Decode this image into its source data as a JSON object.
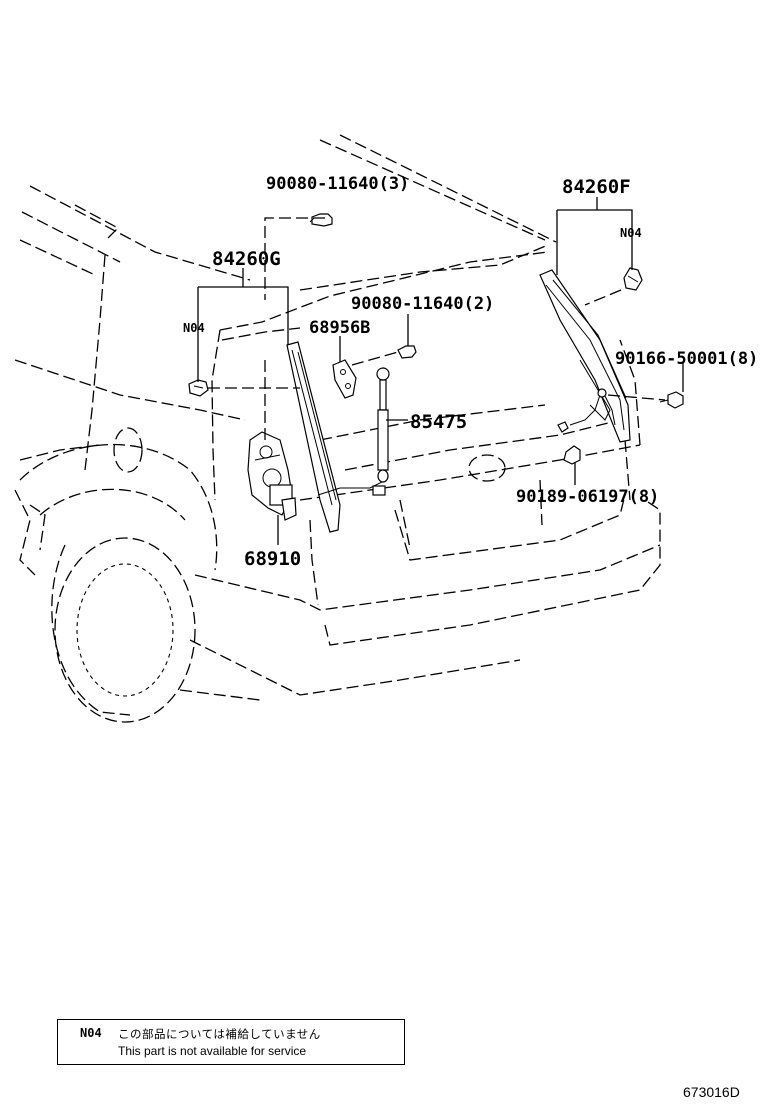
{
  "parts": {
    "bolt_upper": "90080-11640(3)",
    "rail_right": "84260F",
    "rail_left": "84260G",
    "n04_left": "N04",
    "n04_right": "N04",
    "bolt_middle": "90080-11640(2)",
    "bracket": "68956B",
    "screw_right": "90166-50001(8)",
    "damper": "85475",
    "clip": "90189-06197(8)",
    "motor": "68910"
  },
  "note": {
    "code": "N04",
    "japanese": "この部品については補給していません",
    "english": "This part is not available for service"
  },
  "figure_id": "673016D"
}
